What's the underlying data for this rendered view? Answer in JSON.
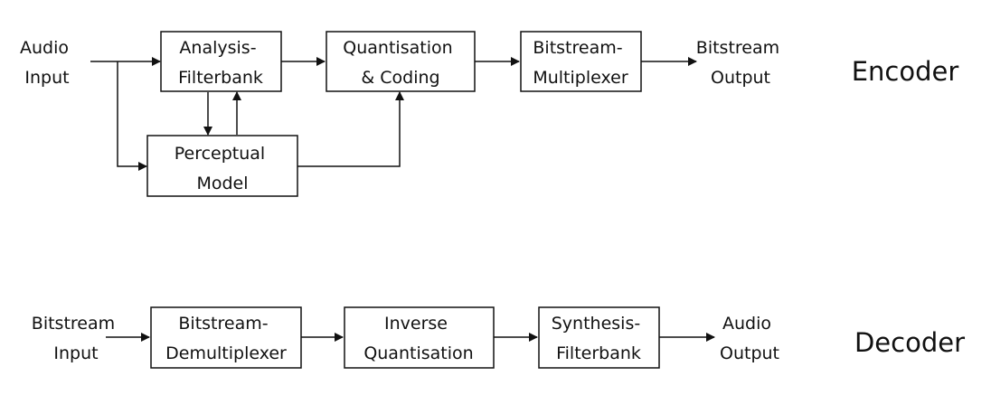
{
  "encoder": {
    "section_label": "Encoder",
    "audio_input": [
      "Audio",
      "Input"
    ],
    "analysis_filterbank": [
      "Analysis-",
      "Filterbank"
    ],
    "quantisation_coding": [
      "Quantisation",
      "& Coding"
    ],
    "bitstream_multiplexer": [
      "Bitstream-",
      "Multiplexer"
    ],
    "bitstream_output": [
      "Bitstream",
      "Output"
    ],
    "perceptual_model": [
      "Perceptual",
      "Model"
    ]
  },
  "decoder": {
    "section_label": "Decoder",
    "bitstream_input": [
      "Bitstream",
      "Input"
    ],
    "bitstream_demultiplexer": [
      "Bitstream-",
      "Demultiplexer"
    ],
    "inverse_quantisation": [
      "Inverse",
      "Quantisation"
    ],
    "synthesis_filterbank": [
      "Synthesis-",
      "Filterbank"
    ],
    "audio_output": [
      "Audio",
      "Output"
    ]
  },
  "colors": {
    "stroke": "#111111",
    "background": "#ffffff"
  }
}
